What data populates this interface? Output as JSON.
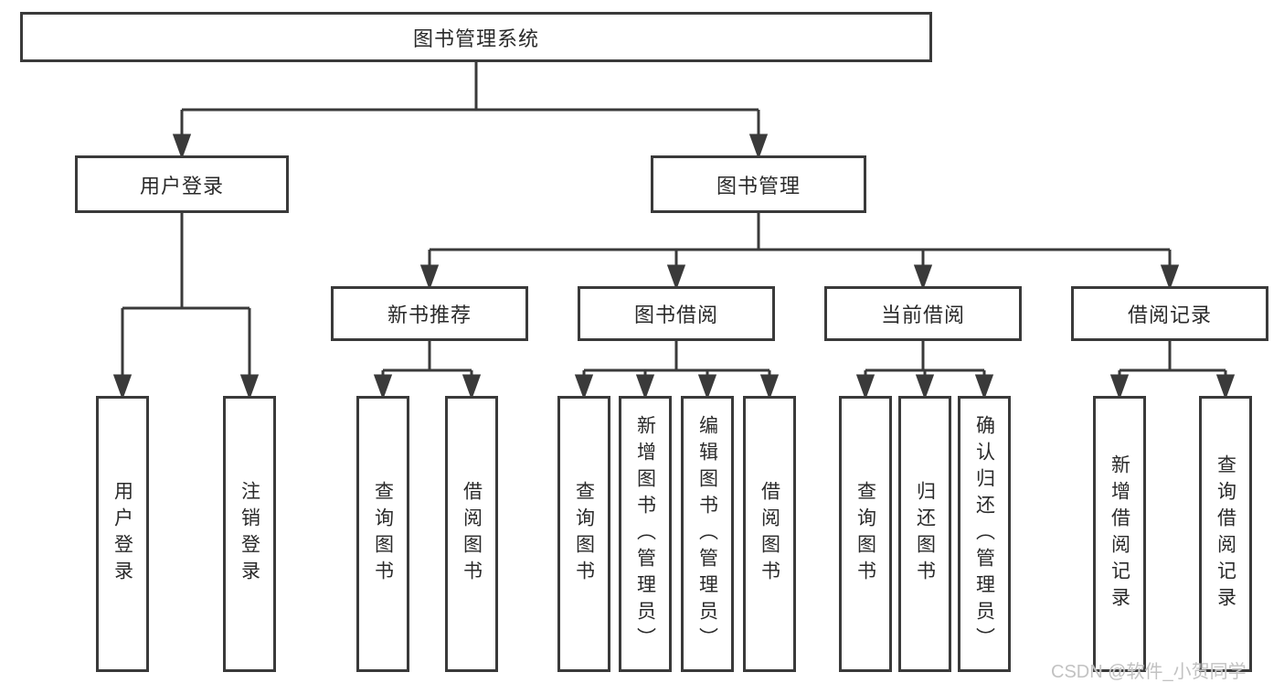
{
  "tree": {
    "label": "图书管理系统",
    "children": [
      {
        "label": "用户登录",
        "children": [
          {
            "label": "用户登录"
          },
          {
            "label": "注销登录"
          }
        ]
      },
      {
        "label": "图书管理",
        "children": [
          {
            "label": "新书推荐",
            "children": [
              {
                "label": "查询图书"
              },
              {
                "label": "借阅图书"
              }
            ]
          },
          {
            "label": "图书借阅",
            "children": [
              {
                "label": "查询图书"
              },
              {
                "label": "新增图书（管理员）"
              },
              {
                "label": "编辑图书（管理员）"
              },
              {
                "label": "借阅图书"
              }
            ]
          },
          {
            "label": "当前借阅",
            "children": [
              {
                "label": "查询图书"
              },
              {
                "label": "归还图书"
              },
              {
                "label": "确认归还（管理员）"
              }
            ]
          },
          {
            "label": "借阅记录",
            "children": [
              {
                "label": "新增借阅记录"
              },
              {
                "label": "查询借阅记录"
              }
            ]
          }
        ]
      }
    ]
  },
  "watermark": "CSDN @软件_小贺同学",
  "colors": {
    "line": "#3a3a3a",
    "text": "#2a2a2a",
    "watermark": "#c2c2c2"
  }
}
